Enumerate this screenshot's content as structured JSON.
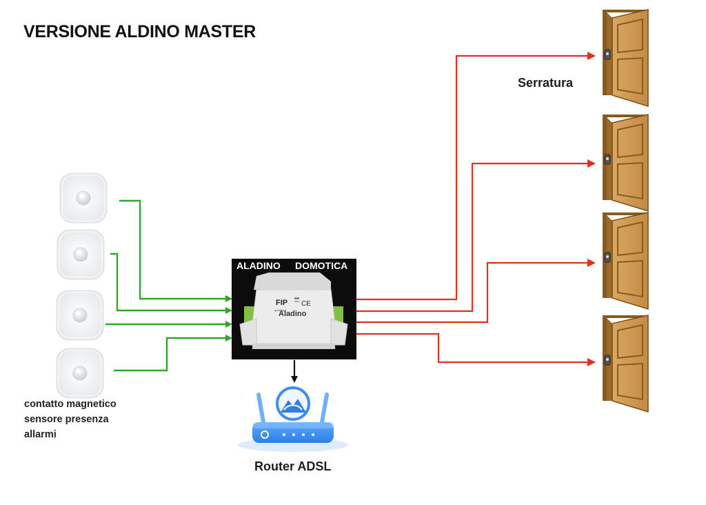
{
  "title": "VERSIONE ALDINO MASTER",
  "device": {
    "label_left": "ALADINO",
    "label_right": "DOMOTICA",
    "brand": "FIP",
    "name": "Aladino",
    "mark": "CE",
    "small_text": "gooding 1",
    "colors": {
      "body": "#e9e9e9",
      "accent": "#7fc241",
      "background": "#0c0c0c"
    }
  },
  "lock_label": "Serratura",
  "router_label": "Router ADSL",
  "sensor_labels": [
    "contatto magnetico",
    "sensore presenza",
    "allarmi"
  ],
  "icons": {
    "sensor": "motion-sensor-icon",
    "door": "door-icon",
    "router": "router-icon",
    "device": "aladino-module-icon"
  },
  "connectors": {
    "inputs": {
      "count": 4,
      "color": "#2fa62a"
    },
    "outputs": {
      "count": 4,
      "color": "#e0301e"
    },
    "router_link": {
      "color": "#111111"
    }
  }
}
